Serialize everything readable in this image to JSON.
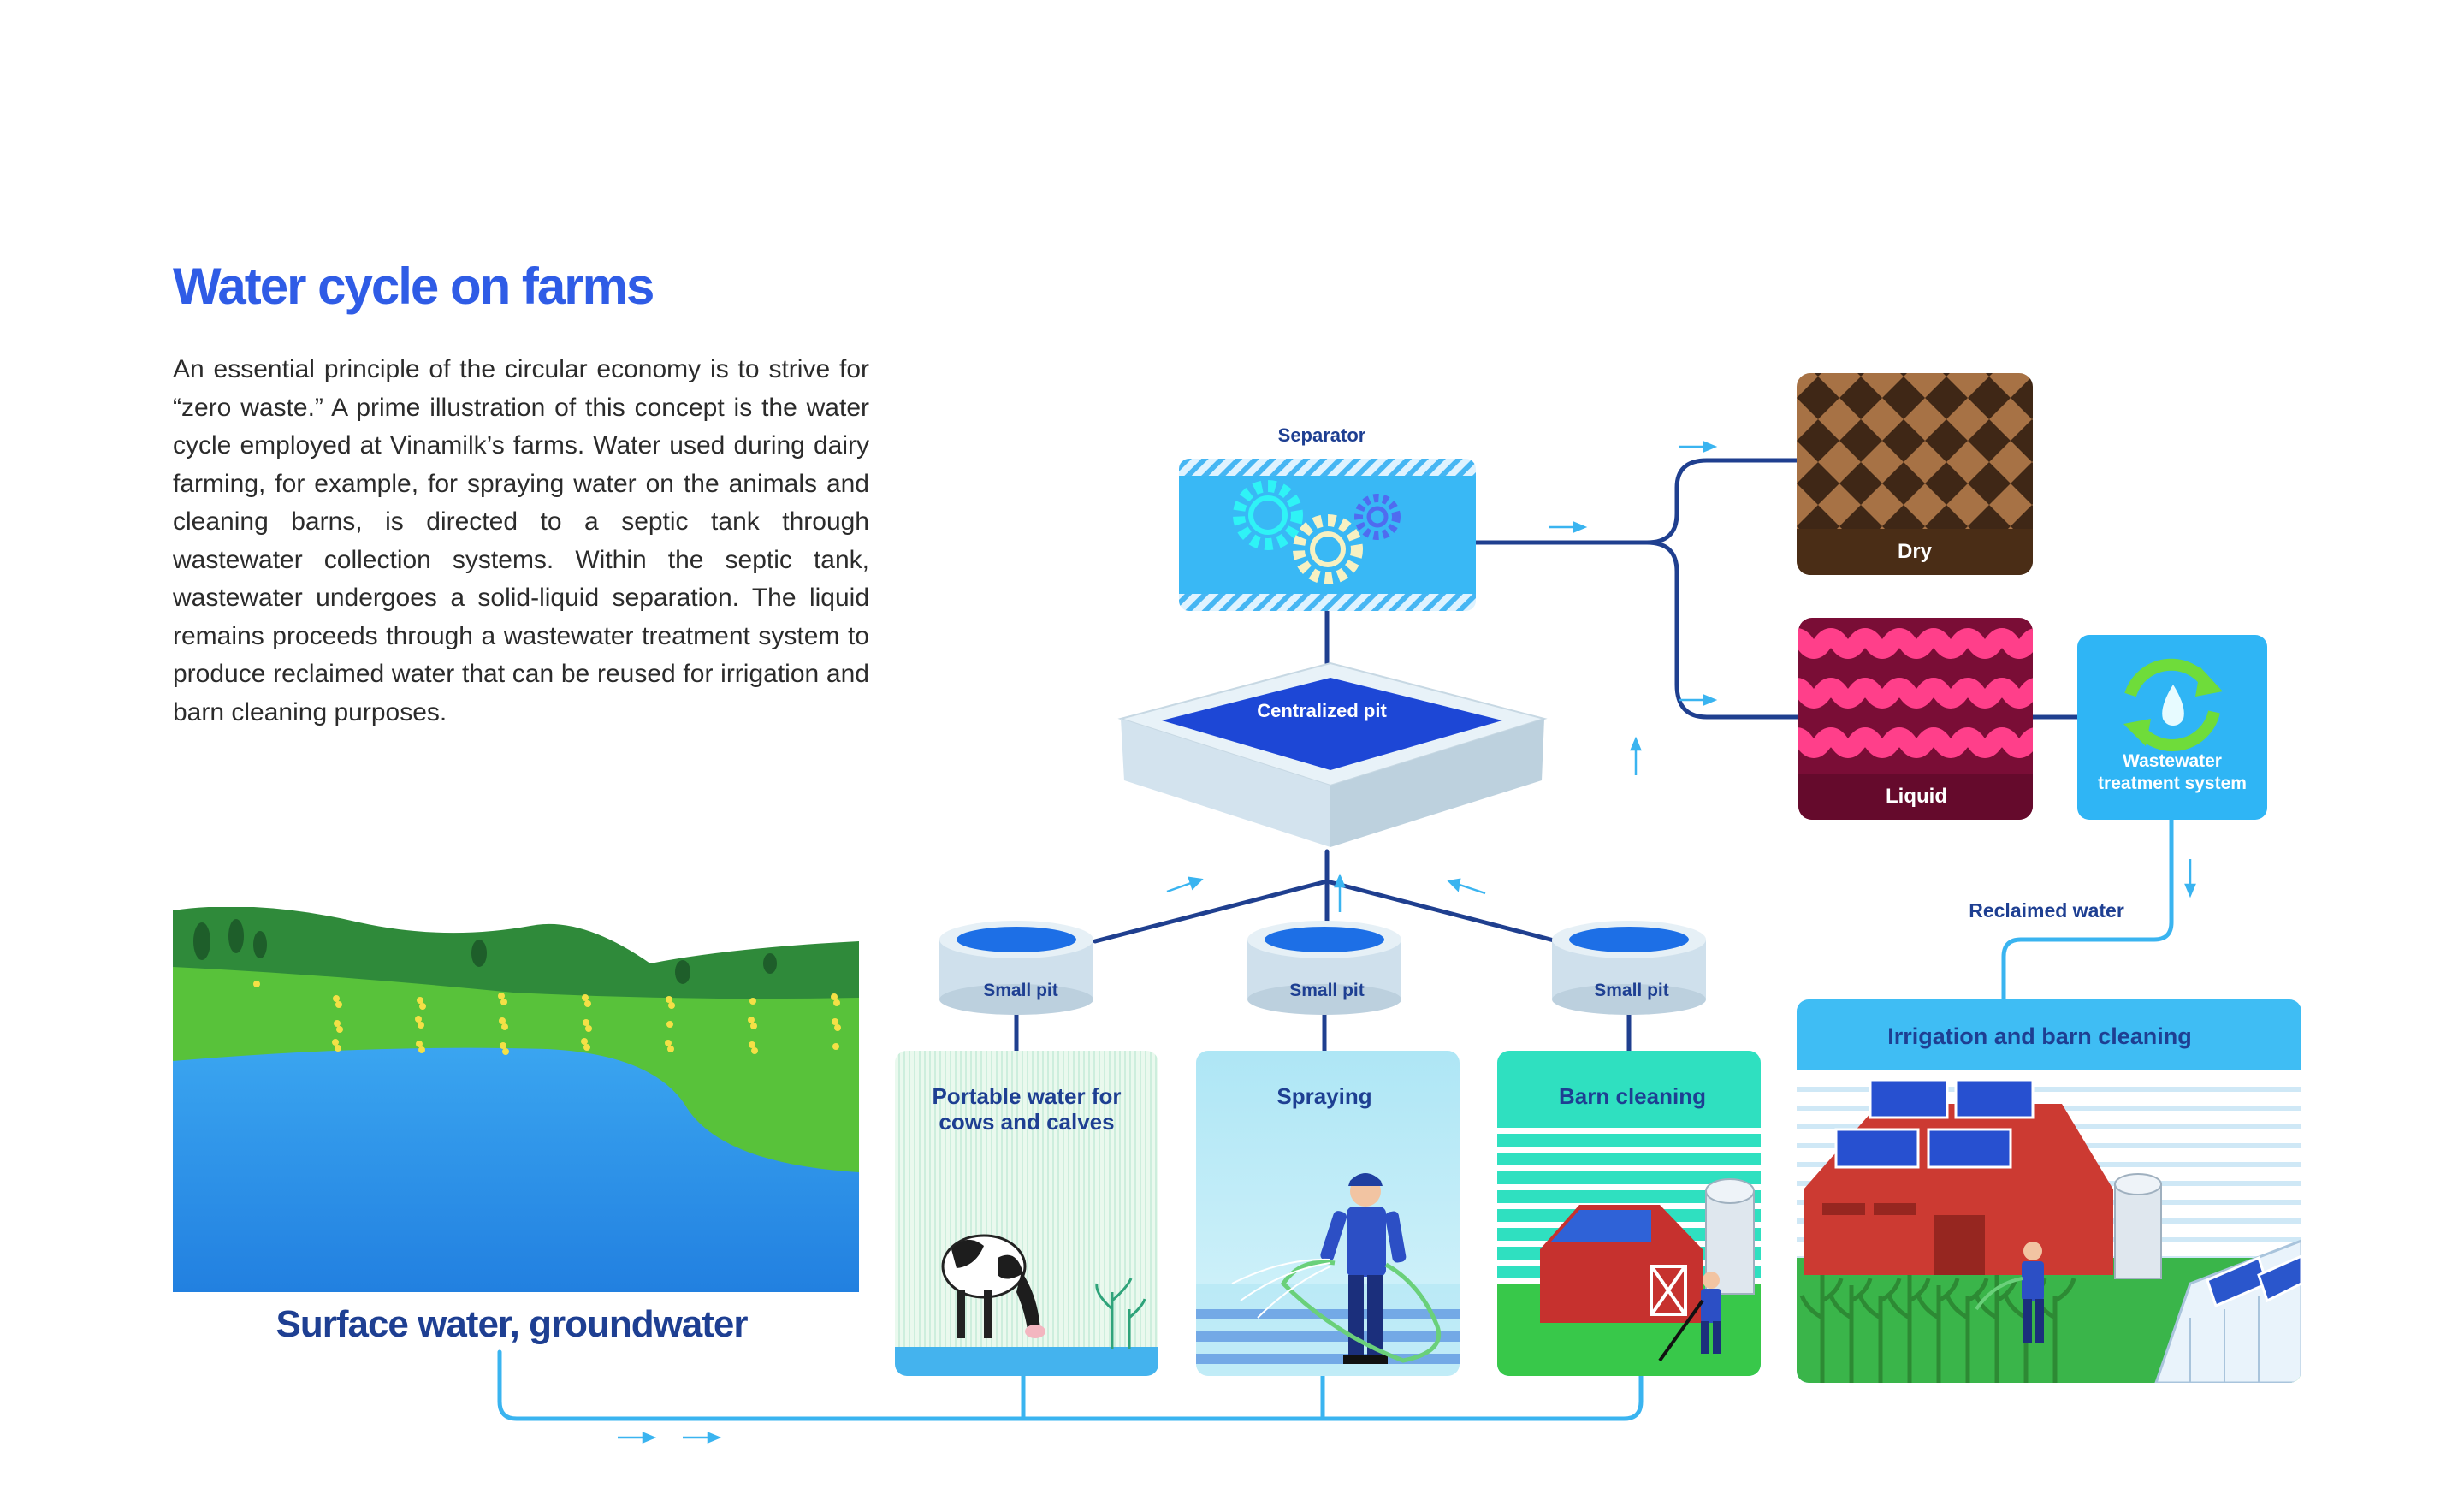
{
  "page": {
    "title": "Water cycle on farms",
    "intro": "An essential principle of the circular economy is to strive for “zero waste.” A prime illustration of this concept is the water cycle employed at Vinamilk’s farms. Water used during dairy farming, for example, for spraying water on the animals and cleaning barns, is directed to a septic tank through wastewater collection systems. Within the septic tank, wastewater undergoes a solid-liquid separation. The liquid remains proceeds through a wastewater treatment system to produce reclaimed water that can be reused for irrigation and barn cleaning purposes."
  },
  "nodes": {
    "separator": "Separator",
    "centralized_pit": "Centralized pit",
    "dry": "Dry",
    "liquid": "Liquid",
    "wastewater_treatment": "Wastewater treatment system",
    "reclaimed_water": "Reclaimed water",
    "irrigation": "Irrigation and barn cleaning",
    "small_pit_1": "Small pit",
    "small_pit_2": "Small pit",
    "small_pit_3": "Small pit",
    "portable_water": "Portable water for cows and calves",
    "spraying": "Spraying",
    "barn_cleaning": "Barn cleaning",
    "surface_water": "Surface water, groundwater"
  },
  "colors": {
    "title_blue": "#2f5ce6",
    "label_navy": "#1e3f92",
    "connector_navy": "#1f3f8f",
    "connector_sky": "#3ab4f0",
    "dry_brown": "#5b3a21",
    "liquid_maroon": "#7a0d36",
    "liquid_pink": "#ff3f8a",
    "treatment_sky": "#2fb5f5"
  },
  "icons": [
    "gear-icon",
    "recycle-icon",
    "water-drop-icon",
    "arrow-right-icon",
    "arrow-up-icon",
    "arrow-down-icon"
  ]
}
